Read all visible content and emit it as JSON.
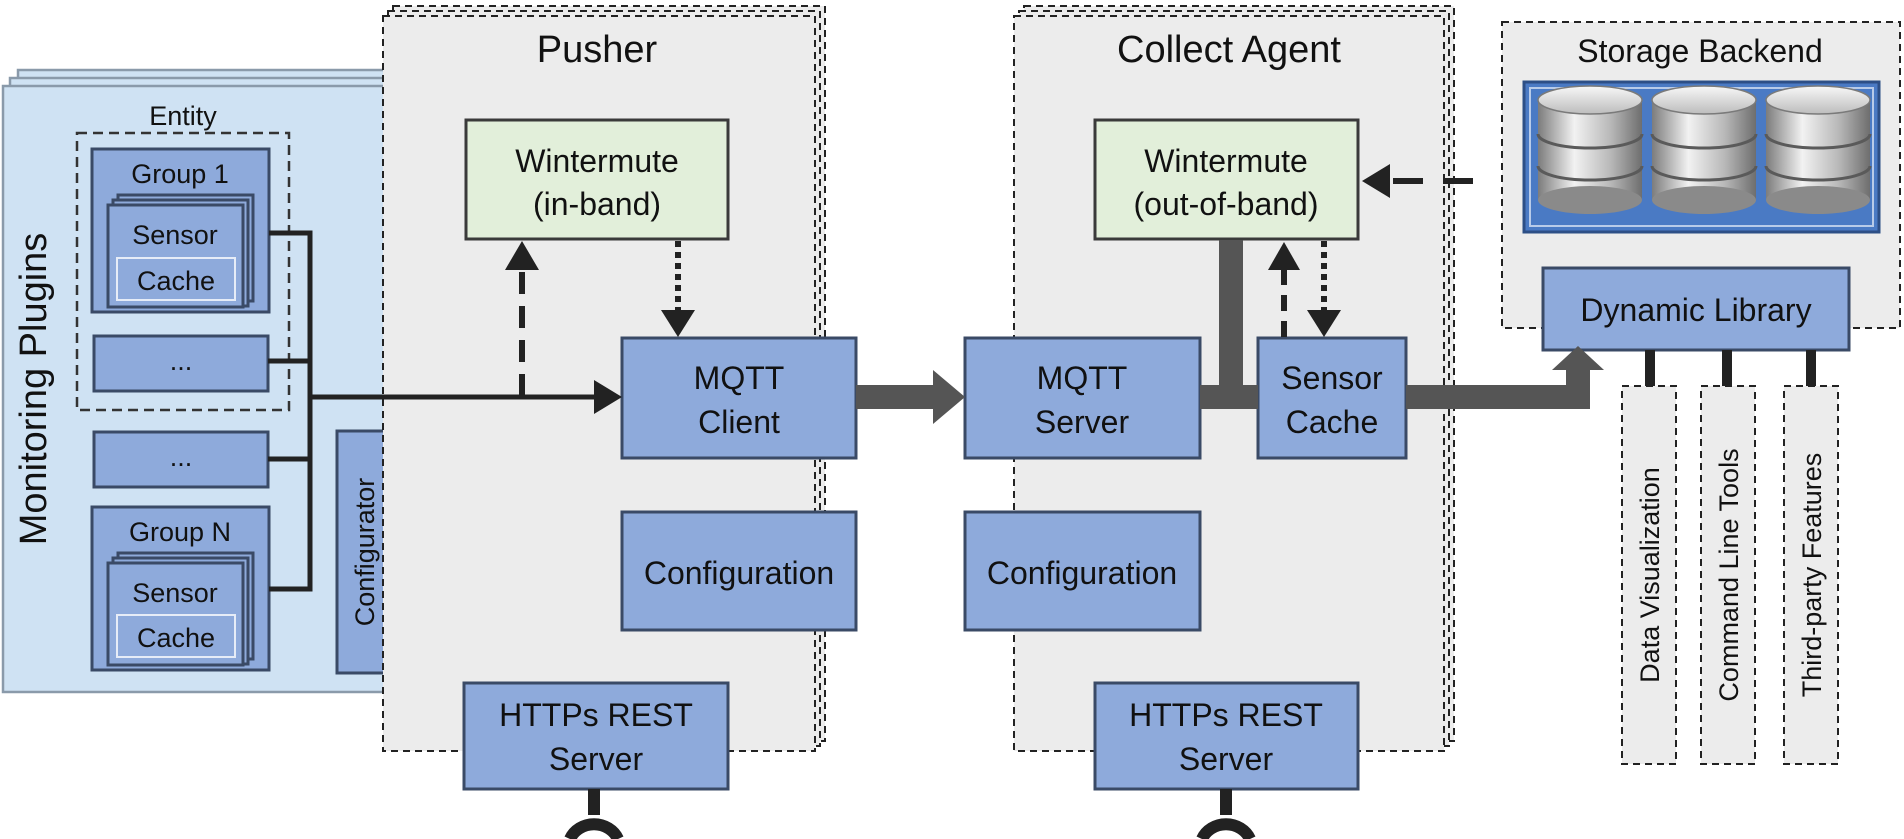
{
  "plugins": {
    "title": "Monitoring Plugins",
    "entity_label": "Entity",
    "group1_label": "Group 1",
    "groupN_label": "Group N",
    "sensor_label": "Sensor",
    "cache_label": "Cache",
    "ellipsis": "...",
    "configurator_label": "Configurator"
  },
  "pusher": {
    "title": "Pusher",
    "wintermute_line1": "Wintermute",
    "wintermute_line2": "(in-band)",
    "mqtt_line1": "MQTT",
    "mqtt_line2": "Client",
    "configuration": "Configuration",
    "rest_line1": "HTTPs REST",
    "rest_line2": "Server"
  },
  "collect": {
    "title": "Collect Agent",
    "wintermute_line1": "Wintermute",
    "wintermute_line2": "(out-of-band)",
    "mqtt_line1": "MQTT",
    "mqtt_line2": "Server",
    "sensor_line1": "Sensor",
    "sensor_line2": "Cache",
    "configuration": "Configuration",
    "rest_line1": "HTTPs REST",
    "rest_line2": "Server"
  },
  "storage": {
    "title": "Storage Backend",
    "library": "Dynamic Library",
    "consumers": [
      "Data Visualization",
      "Command Line Tools",
      "Third-party Features"
    ]
  }
}
